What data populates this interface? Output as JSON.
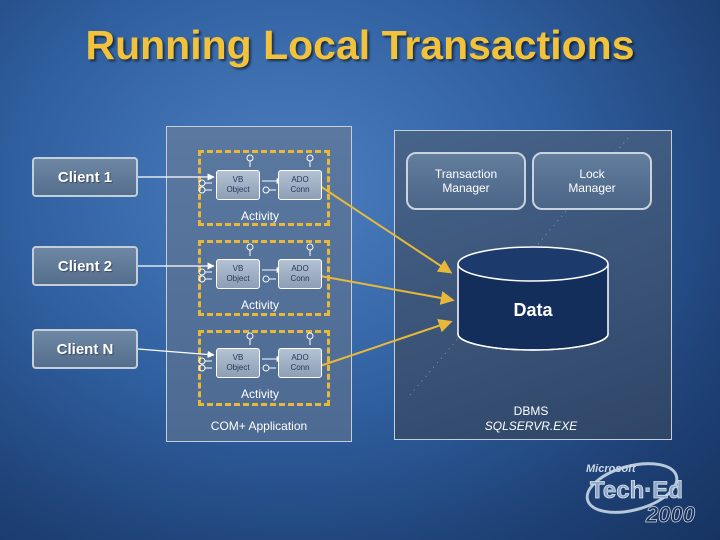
{
  "slide": {
    "title": "Running Local Transactions"
  },
  "clients": [
    "Client 1",
    "Client 2",
    "Client N"
  ],
  "activities": [
    {
      "label": "Activity",
      "vb_line1": "VB",
      "vb_line2": "Object",
      "ado_line1": "ADO",
      "ado_line2": "Conn"
    },
    {
      "label": "Activity",
      "vb_line1": "VB",
      "vb_line2": "Object",
      "ado_line1": "ADO",
      "ado_line2": "Conn"
    },
    {
      "label": "Activity",
      "vb_line1": "VB",
      "vb_line2": "Object",
      "ado_line1": "ADO",
      "ado_line2": "Conn"
    }
  ],
  "com_application": {
    "label": "COM+ Application"
  },
  "dbms": {
    "transaction_manager_line1": "Transaction",
    "transaction_manager_line2": "Manager",
    "lock_manager_line1": "Lock",
    "lock_manager_line2": "Manager",
    "data_label": "Data",
    "label_line1": "DBMS",
    "label_line2": "SQLSERVR.EXE"
  },
  "logo": {
    "line1": "Microsoft",
    "line2": "Tech·Ed",
    "line3": "2000"
  },
  "colors": {
    "title": "#f2c23a",
    "arrow": "#e8b83a",
    "dashed_border": "#e8b83a",
    "background": "#2f5f9f"
  }
}
